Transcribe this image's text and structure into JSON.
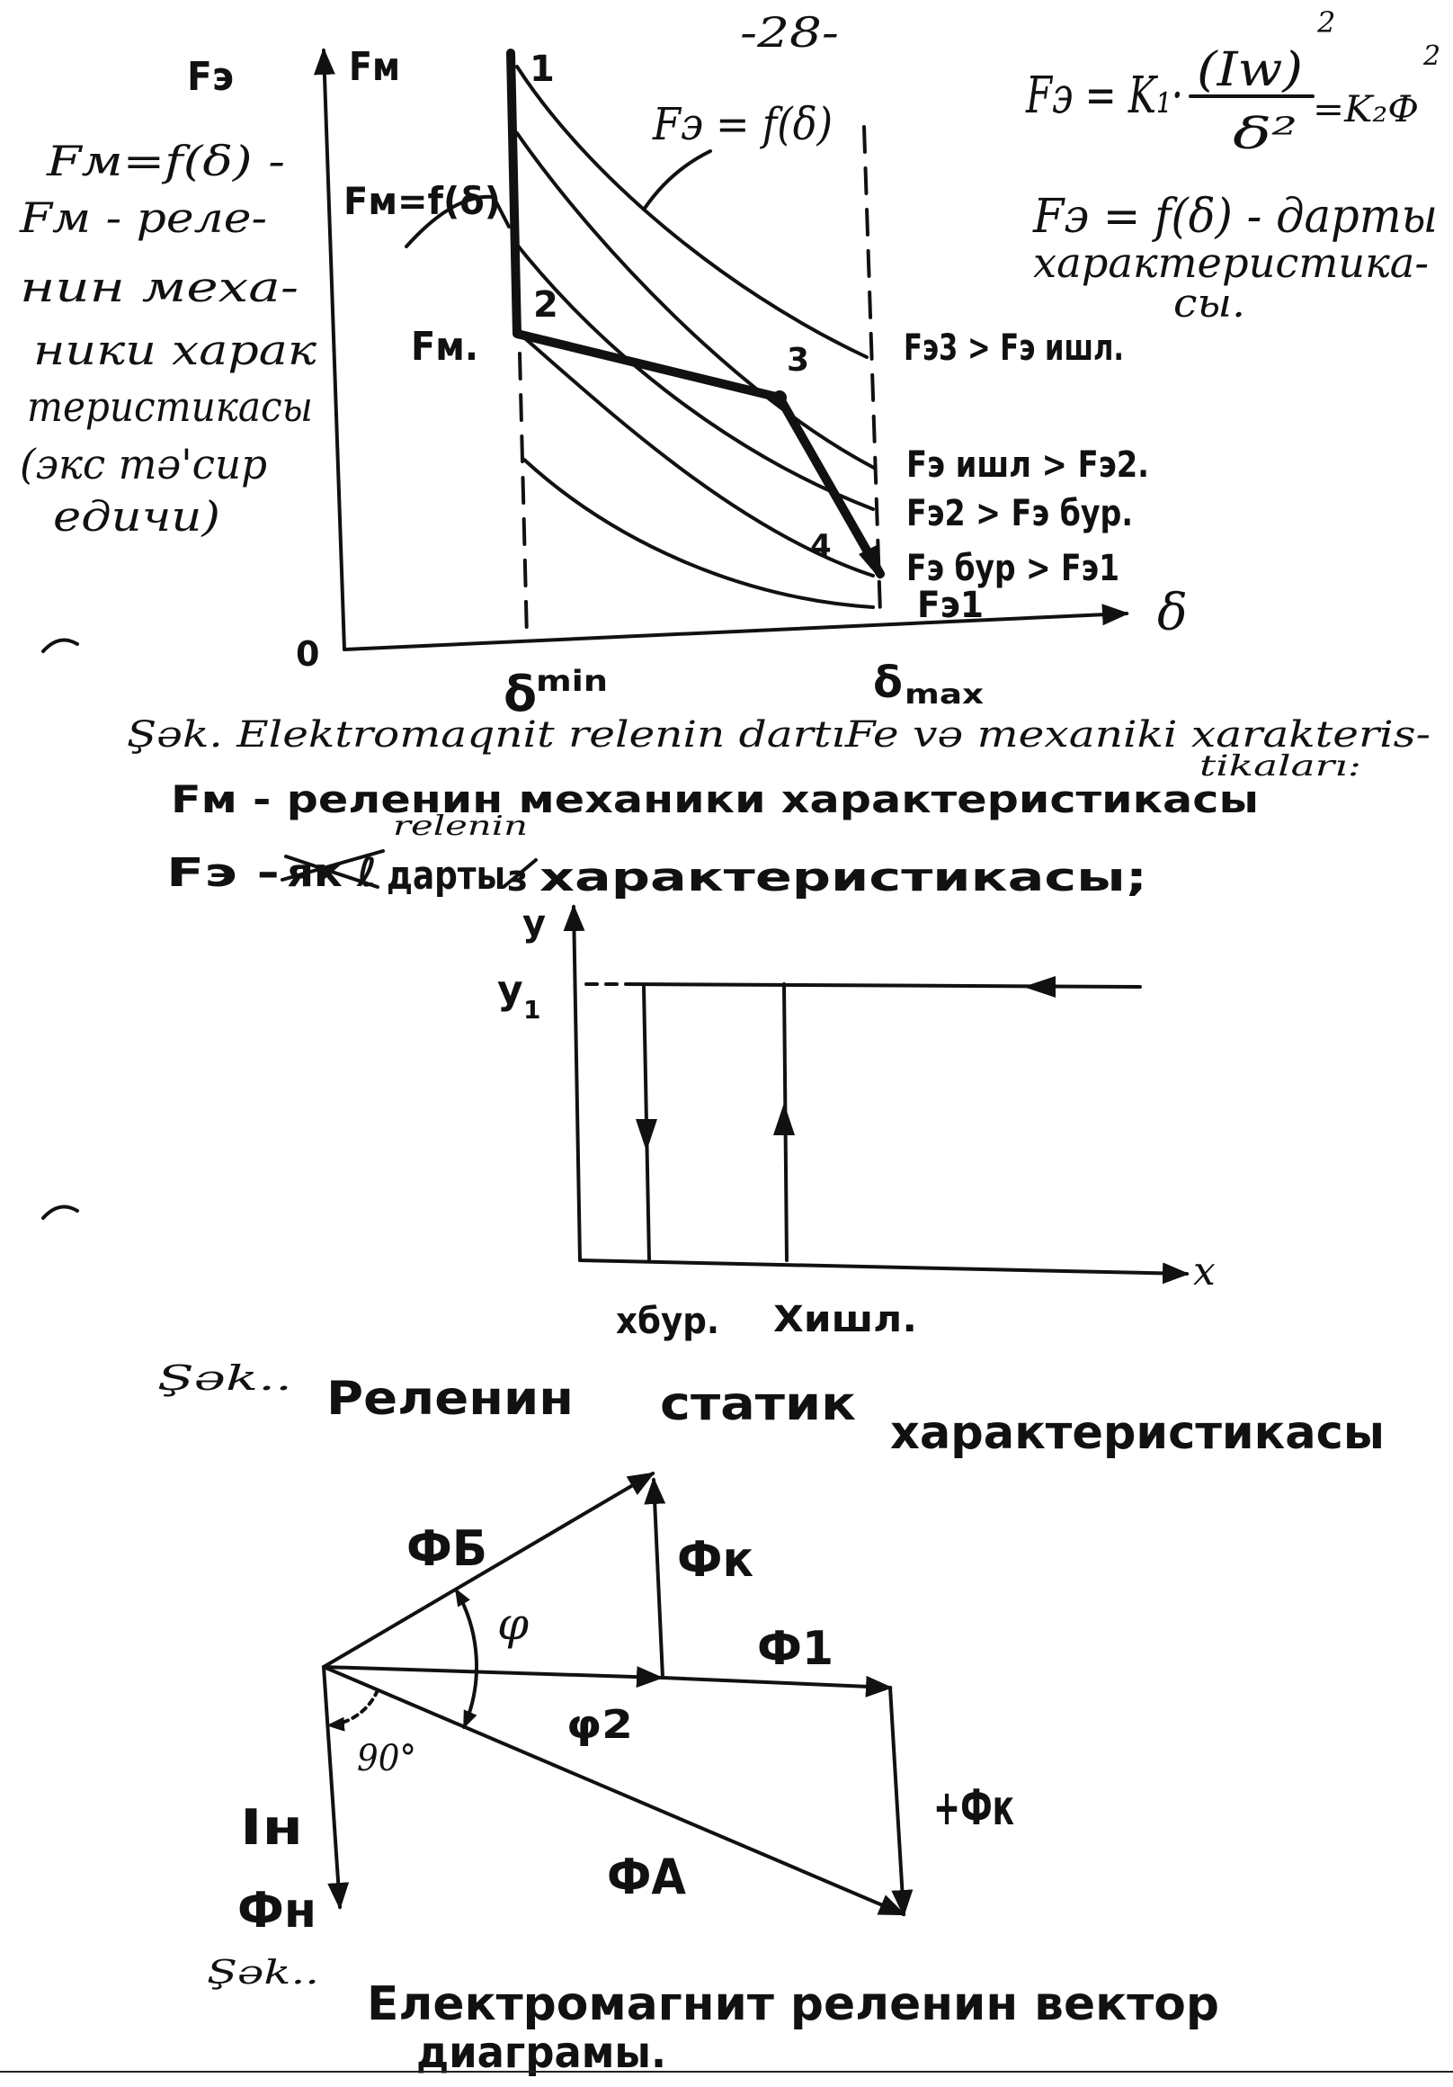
{
  "page_number": "-28-",
  "margin_note": {
    "line1": "Fм=f(δ) -",
    "line2": "Fм - реле-",
    "line3": "нин меха-",
    "line4": "ники харак",
    "line5": "теристикасы",
    "line6": "(экс тә'сир",
    "line7": "едичи)"
  },
  "formula": {
    "lhs": "Fэ = K₁·",
    "numerator": "(Iw)",
    "numerator_power": "2",
    "denominator": "δ²",
    "rhs": "=K₂Ф",
    "rhs_power": "2",
    "note_line1": "Fэ = f(δ) - дарты",
    "note_line2": "характеристика-",
    "note_line3": "сы."
  },
  "figure1": {
    "y_label_fe": "Fэ",
    "y_label_fm": "Fм",
    "x_label": "δ",
    "origin": "0",
    "delta_min": {
      "symbol": "δ",
      "sub": "min"
    },
    "delta_max": {
      "symbol": "δ",
      "sub": "max"
    },
    "point1": "1",
    "point2": "2",
    "point3": "3",
    "point4": "4",
    "fe_curve_label": "Fэ = f(δ)",
    "fm_curve_label": "Fм=f(δ)",
    "fm_level_label": "Fм.",
    "curve_labels": [
      "Fэ3 > Fэ ишл.",
      "Fэ ишл > Fэ2.",
      "Fэ2 > Fэ бур.",
      "Fэ бур > Fэ1",
      "Fэ1"
    ]
  },
  "caption1": {
    "line1": "Şək. Elektromaqnit relenin dartıFe və mexaniki xarakteris-",
    "line2": "tikaları:",
    "fm_definition": "Fм - реленин механики характеристикасы",
    "fe_prefix": "Fэ -",
    "fe_struck": "як ℓ",
    "fe_insert": "relenin",
    "fe_word": "дарты",
    "fe_struck2": "з",
    "fe_rest": "характеристикасы;"
  },
  "figure2": {
    "y_label": "y",
    "y1_label": {
      "symbol": "y",
      "sub": "1"
    },
    "x_label": "x",
    "x_release": "xбур.",
    "x_operate": "Xишл."
  },
  "caption2": {
    "prefix": "Şək..",
    "word1": "Реленин",
    "word2": "статик",
    "word3": "характеристикасы"
  },
  "figure3": {
    "phi_b": "ФБ",
    "phi_k": "Фк",
    "phi_angle": "φ",
    "phi_1": "Ф1",
    "phi_2": "φ2",
    "right_angle": "90°",
    "i_n": "Iн",
    "plus_phi_k": "+Фк",
    "phi_a": "ФА",
    "phi_n": "Фн"
  },
  "caption3": {
    "prefix": "Şək..",
    "line1": "Електромагнит реленин вектор",
    "line2": "диаграмы."
  }
}
